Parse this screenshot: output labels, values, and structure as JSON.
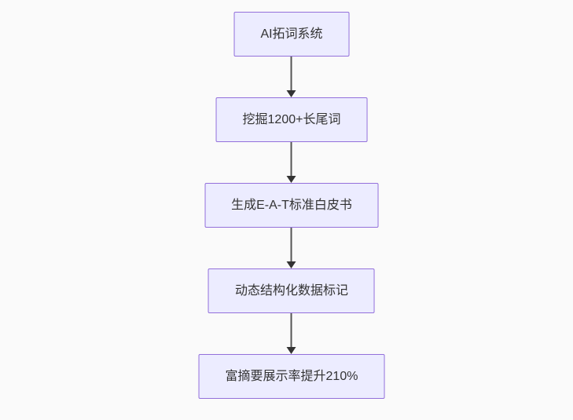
{
  "diagram": {
    "type": "flowchart",
    "direction": "top-down",
    "nodes": [
      {
        "id": "n1",
        "label": "AI拓词系统"
      },
      {
        "id": "n2",
        "label": "挖掘1200+长尾词"
      },
      {
        "id": "n3",
        "label": "生成E-A-T标准白皮书"
      },
      {
        "id": "n4",
        "label": "动态结构化数据标记"
      },
      {
        "id": "n5",
        "label": "富摘要展示率提升210%"
      }
    ],
    "edges": [
      {
        "from": "n1",
        "to": "n2"
      },
      {
        "from": "n2",
        "to": "n3"
      },
      {
        "from": "n3",
        "to": "n4"
      },
      {
        "from": "n4",
        "to": "n5"
      }
    ],
    "colors": {
      "node_fill": "#ECECFF",
      "node_border": "#9370DB",
      "node_text": "#333333",
      "edge_line": "#555555",
      "edge_arrowhead": "#333333",
      "background": "#fafafa"
    }
  }
}
